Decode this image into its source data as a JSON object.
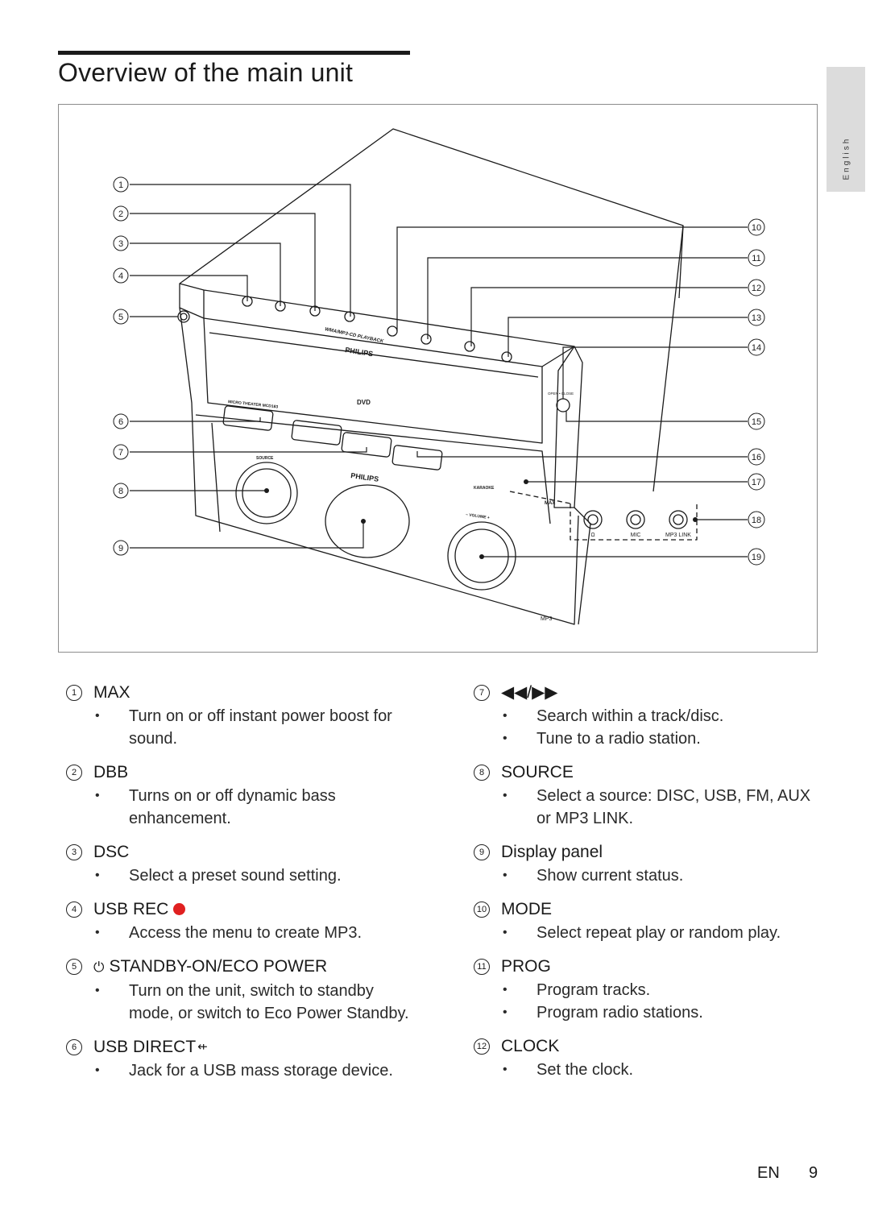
{
  "page": {
    "title": "Overview of the main unit",
    "language_tab": "English",
    "footer_lang": "EN",
    "page_number": "9"
  },
  "figure": {
    "callout_numbers": [
      "1",
      "2",
      "3",
      "4",
      "5",
      "6",
      "7",
      "8",
      "9",
      "10",
      "11",
      "12",
      "13",
      "14",
      "15",
      "16",
      "17",
      "18",
      "19"
    ],
    "brand_top": "PHILIPS",
    "brand_front": "PHILIPS",
    "playback_label": "WMA/MP3-CD PLAYBACK",
    "model_label": "MICRO THEATER MCD183",
    "source_label": "SOURCE",
    "volume_label": "– VOLUME +",
    "disc_label": "DVD",
    "open_close_label": "OPEN • CLOSE",
    "max_badge": "MAX",
    "karaoke_label": "KARAOKE",
    "mp3_badge": "MP3",
    "jack_labels": [
      "Ω",
      "MIC",
      "MP3 LINK"
    ]
  },
  "items_left": [
    {
      "num": "1",
      "label": "MAX",
      "bullets": [
        "Turn on or off instant power boost for sound."
      ]
    },
    {
      "num": "2",
      "label": "DBB",
      "bullets": [
        "Turns on or off dynamic bass enhancement."
      ]
    },
    {
      "num": "3",
      "label": "DSC",
      "bullets": [
        "Select a preset sound setting."
      ]
    },
    {
      "num": "4",
      "label": "USB REC",
      "bullets": [
        "Access the menu to create MP3."
      ]
    },
    {
      "num": "5",
      "label": "STANDBY-ON/ECO POWER",
      "bullets": [
        "Turn on the unit, switch to standby mode, or switch to Eco Power Standby."
      ]
    },
    {
      "num": "6",
      "label": "USB DIRECT",
      "bullets": [
        "Jack for a USB mass storage device."
      ]
    }
  ],
  "items_right": [
    {
      "num": "7",
      "label": "◀◀/▶▶",
      "bullets": [
        "Search within a track/disc.",
        "Tune to a radio station."
      ]
    },
    {
      "num": "8",
      "label": "SOURCE",
      "bullets": [
        "Select a source: DISC, USB, FM, AUX or MP3 LINK."
      ]
    },
    {
      "num": "9",
      "label": "Display panel",
      "bullets": [
        "Show current status."
      ]
    },
    {
      "num": "10",
      "label": "MODE",
      "bullets": [
        "Select repeat play or random play."
      ]
    },
    {
      "num": "11",
      "label": "PROG",
      "bullets": [
        "Program tracks.",
        "Program radio stations."
      ]
    },
    {
      "num": "12",
      "label": "CLOCK",
      "bullets": [
        "Set the clock."
      ]
    }
  ],
  "glyphs": {
    "power": "⏻",
    "usb": "⇷",
    "rec_color": "#e02020"
  }
}
